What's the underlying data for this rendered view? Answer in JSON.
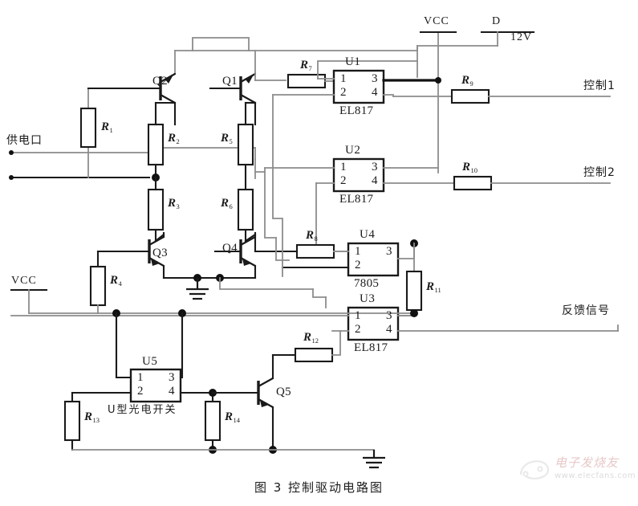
{
  "figure": {
    "caption": "图 3  控制驱动电路图",
    "type": "schematic",
    "title": "控制驱动电路图"
  },
  "watermark": {
    "text": "电子发烧友",
    "url": "www.elecfans.com"
  },
  "power_labels": {
    "vcc_top": "VCC",
    "d_node": "D",
    "supply_voltage": "12V",
    "vcc_left": "VCC"
  },
  "port_labels": {
    "supply_port": "供电口",
    "control_1": "控制1",
    "control_2": "控制2",
    "feedback": "反馈信号"
  },
  "transistors": [
    {
      "ref": "Q1",
      "type": "PNP"
    },
    {
      "ref": "Q2",
      "type": "PNP"
    },
    {
      "ref": "Q3",
      "type": "NPN"
    },
    {
      "ref": "Q4",
      "type": "NPN"
    },
    {
      "ref": "Q5",
      "type": "NPN"
    }
  ],
  "ics": [
    {
      "ref": "U1",
      "part": "EL817",
      "pins_left": [
        "1",
        "2"
      ],
      "pins_right": [
        "3",
        "4"
      ]
    },
    {
      "ref": "U2",
      "part": "EL817",
      "pins_left": [
        "1",
        "2"
      ],
      "pins_right": [
        "3",
        "4"
      ]
    },
    {
      "ref": "U3",
      "part": "EL817",
      "pins_left": [
        "1",
        "2"
      ],
      "pins_right": [
        "3",
        "4"
      ]
    },
    {
      "ref": "U4",
      "part": "7805",
      "pins_left": [
        "1",
        "2"
      ],
      "pins_right": [
        "3"
      ]
    },
    {
      "ref": "U5",
      "part": "U型光电开关",
      "pins_left": [
        "1",
        "2"
      ],
      "pins_right": [
        "3",
        "4"
      ]
    }
  ],
  "resistors": [
    {
      "ref": "R",
      "sub": "1"
    },
    {
      "ref": "R",
      "sub": "2"
    },
    {
      "ref": "R",
      "sub": "3"
    },
    {
      "ref": "R",
      "sub": "4"
    },
    {
      "ref": "R",
      "sub": "5"
    },
    {
      "ref": "R",
      "sub": "6"
    },
    {
      "ref": "R",
      "sub": "7"
    },
    {
      "ref": "R",
      "sub": "8"
    },
    {
      "ref": "R",
      "sub": "9"
    },
    {
      "ref": "R",
      "sub": "10"
    },
    {
      "ref": "R",
      "sub": "11"
    },
    {
      "ref": "R",
      "sub": "12"
    },
    {
      "ref": "R",
      "sub": "13"
    },
    {
      "ref": "R",
      "sub": "14"
    }
  ],
  "colors": {
    "wire_dark": "#1a1a1a",
    "wire_grey": "#8c8c8c",
    "background": "#ffffff",
    "text": "#1b1b1b"
  }
}
